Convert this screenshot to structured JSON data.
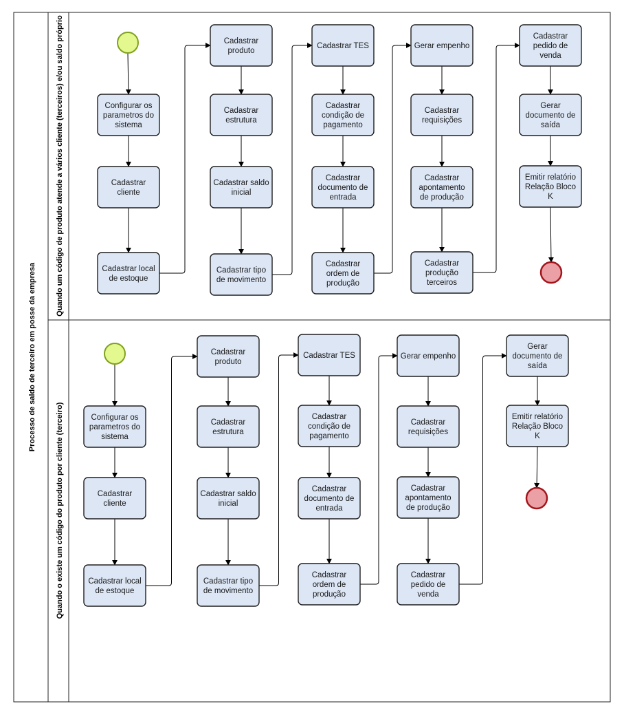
{
  "pool": {
    "label": "Processo de saldo de terceiro em posse da empresa"
  },
  "lanes": [
    {
      "label": "Quando um código de produto atende a vários cliente (terceiros) e/ou saldo próprio",
      "tasks": [
        [
          "Configurar os",
          "parametros do",
          "sistema"
        ],
        [
          "Cadastrar",
          "cliente"
        ],
        [
          "Cadastrar local",
          "de estoque"
        ],
        [
          "Cadastrar",
          "produto"
        ],
        [
          "Cadastrar",
          "estrutura"
        ],
        [
          "Cadastrar saldo",
          "inicial"
        ],
        [
          "Cadastrar tipo",
          "de movimento"
        ],
        [
          "Cadastrar TES"
        ],
        [
          "Cadastrar",
          "condição de",
          "pagamento"
        ],
        [
          "Cadastrar",
          "documento de",
          "entrada"
        ],
        [
          "Cadastrar",
          "ordem de",
          "produção"
        ],
        [
          "Gerar empenho"
        ],
        [
          "Cadastrar",
          "requisições"
        ],
        [
          "Cadastrar",
          "apontamento",
          "de produção"
        ],
        [
          "Cadastrar",
          "produção",
          "terceiros"
        ],
        [
          "Cadastrar",
          "pedido de",
          "venda"
        ],
        [
          "Gerar",
          "documento de",
          "saída"
        ],
        [
          "Emitir relatório",
          "Relação Bloco",
          "K"
        ]
      ]
    },
    {
      "label": "Quando o existe um código do produto por cliente (terceiro)",
      "tasks": [
        [
          "Configurar os",
          "parametros do",
          "sistema"
        ],
        [
          "Cadastrar",
          "cliente"
        ],
        [
          "Cadastrar local",
          "de estoque"
        ],
        [
          "Cadastrar",
          "produto"
        ],
        [
          "Cadastrar",
          "estrutura"
        ],
        [
          "Cadastrar saldo",
          "inicial"
        ],
        [
          "Cadastrar tipo",
          "de movimento"
        ],
        [
          "Cadastrar TES"
        ],
        [
          "Cadastrar",
          "condição de",
          "pagamento"
        ],
        [
          "Cadastrar",
          "documento de",
          "entrada"
        ],
        [
          "Cadastrar",
          "ordem de",
          "produção"
        ],
        [
          "Gerar empenho"
        ],
        [
          "Cadastrar",
          "requisições"
        ],
        [
          "Cadastrar",
          "apontamento",
          "de produção"
        ],
        [
          "Cadastrar",
          "pedido de",
          "venda"
        ],
        [
          "Gerar",
          "documento de",
          "saída"
        ],
        [
          "Emitir relatório",
          "Relação Bloco",
          "K"
        ]
      ]
    }
  ],
  "colors": {
    "start_fill": "#e3f88f",
    "start_stroke": "#7fa11e",
    "end_fill": "#eba0a5",
    "end_stroke": "#a3151c",
    "task_fill": "#dce6f5"
  }
}
